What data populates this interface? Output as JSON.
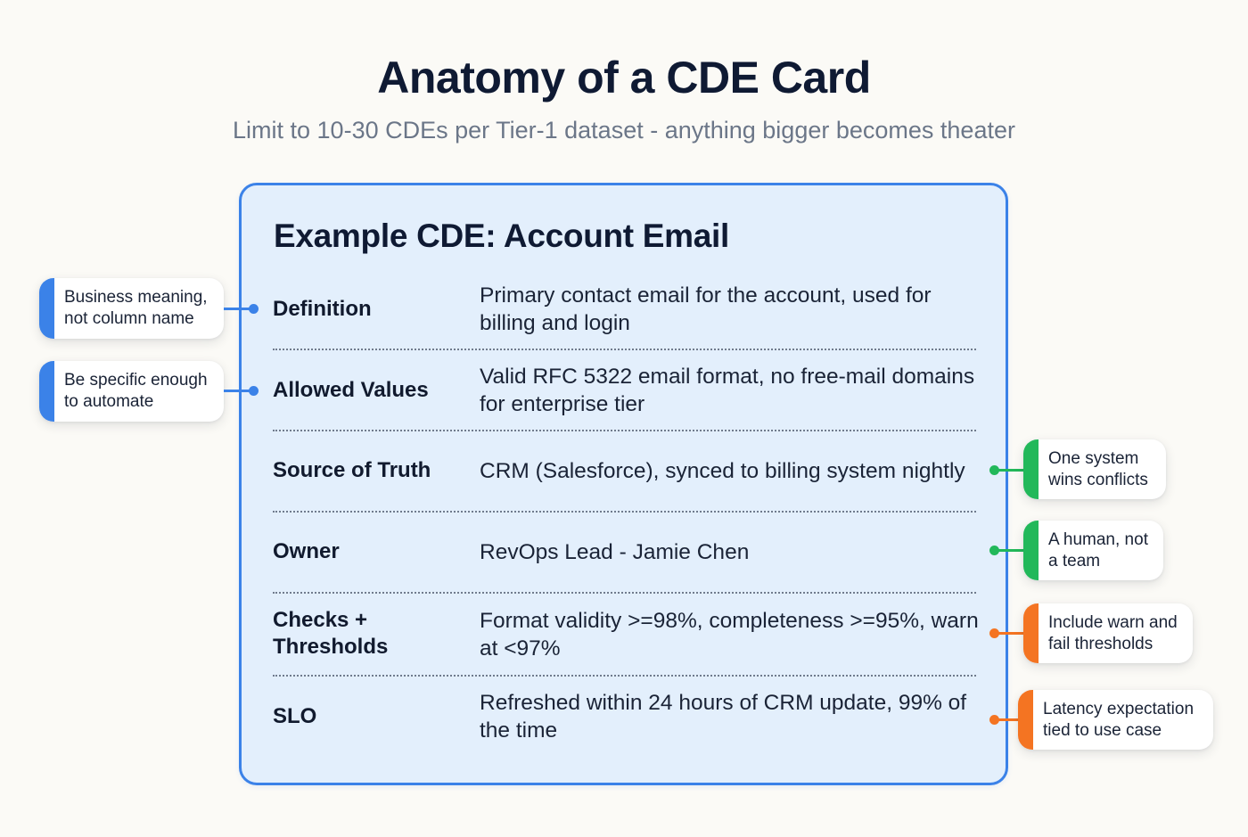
{
  "header": {
    "title": "Anatomy of a CDE Card",
    "subtitle": "Limit to 10-30 CDEs per Tier-1 dataset - anything bigger becomes theater"
  },
  "colors": {
    "background": "#fbfaf6",
    "card_border": "#3b82e8",
    "card_fill": "#e3effc",
    "blue_accent": "#3b82e8",
    "green_accent": "#22b85a",
    "orange_accent": "#f47422",
    "title_text": "#0f1a33",
    "subtitle_text": "#6b7688"
  },
  "card": {
    "title": "Example CDE: Account Email",
    "rows": [
      {
        "label": "Definition",
        "value": "Primary contact email for the account, used for billing and login"
      },
      {
        "label": "Allowed Values",
        "value": "Valid RFC 5322 email format, no free-mail domains for enterprise tier"
      },
      {
        "label": "Source of Truth",
        "value": "CRM (Salesforce), synced to billing system nightly"
      },
      {
        "label": "Owner",
        "value": "RevOps Lead - Jamie Chen"
      },
      {
        "label": "Checks + Thresholds",
        "value": "Format validity >=98%, completeness >=95%, warn at <97%"
      },
      {
        "label": "SLO",
        "value": "Refreshed within 24 hours of CRM update, 99% of the time"
      }
    ]
  },
  "callouts": {
    "left": [
      {
        "text": "Business meaning, not column name",
        "target": "Definition",
        "color": "blue"
      },
      {
        "text": "Be specific enough to automate",
        "target": "Allowed Values",
        "color": "blue"
      }
    ],
    "right": [
      {
        "text": "One system wins conflicts",
        "target": "Source of Truth",
        "color": "green"
      },
      {
        "text": "A human, not a team",
        "target": "Owner",
        "color": "green"
      },
      {
        "text": "Include warn and fail thresholds",
        "target": "Checks + Thresholds",
        "color": "orange"
      },
      {
        "text": "Latency expectation tied to use case",
        "target": "SLO",
        "color": "orange"
      }
    ]
  }
}
